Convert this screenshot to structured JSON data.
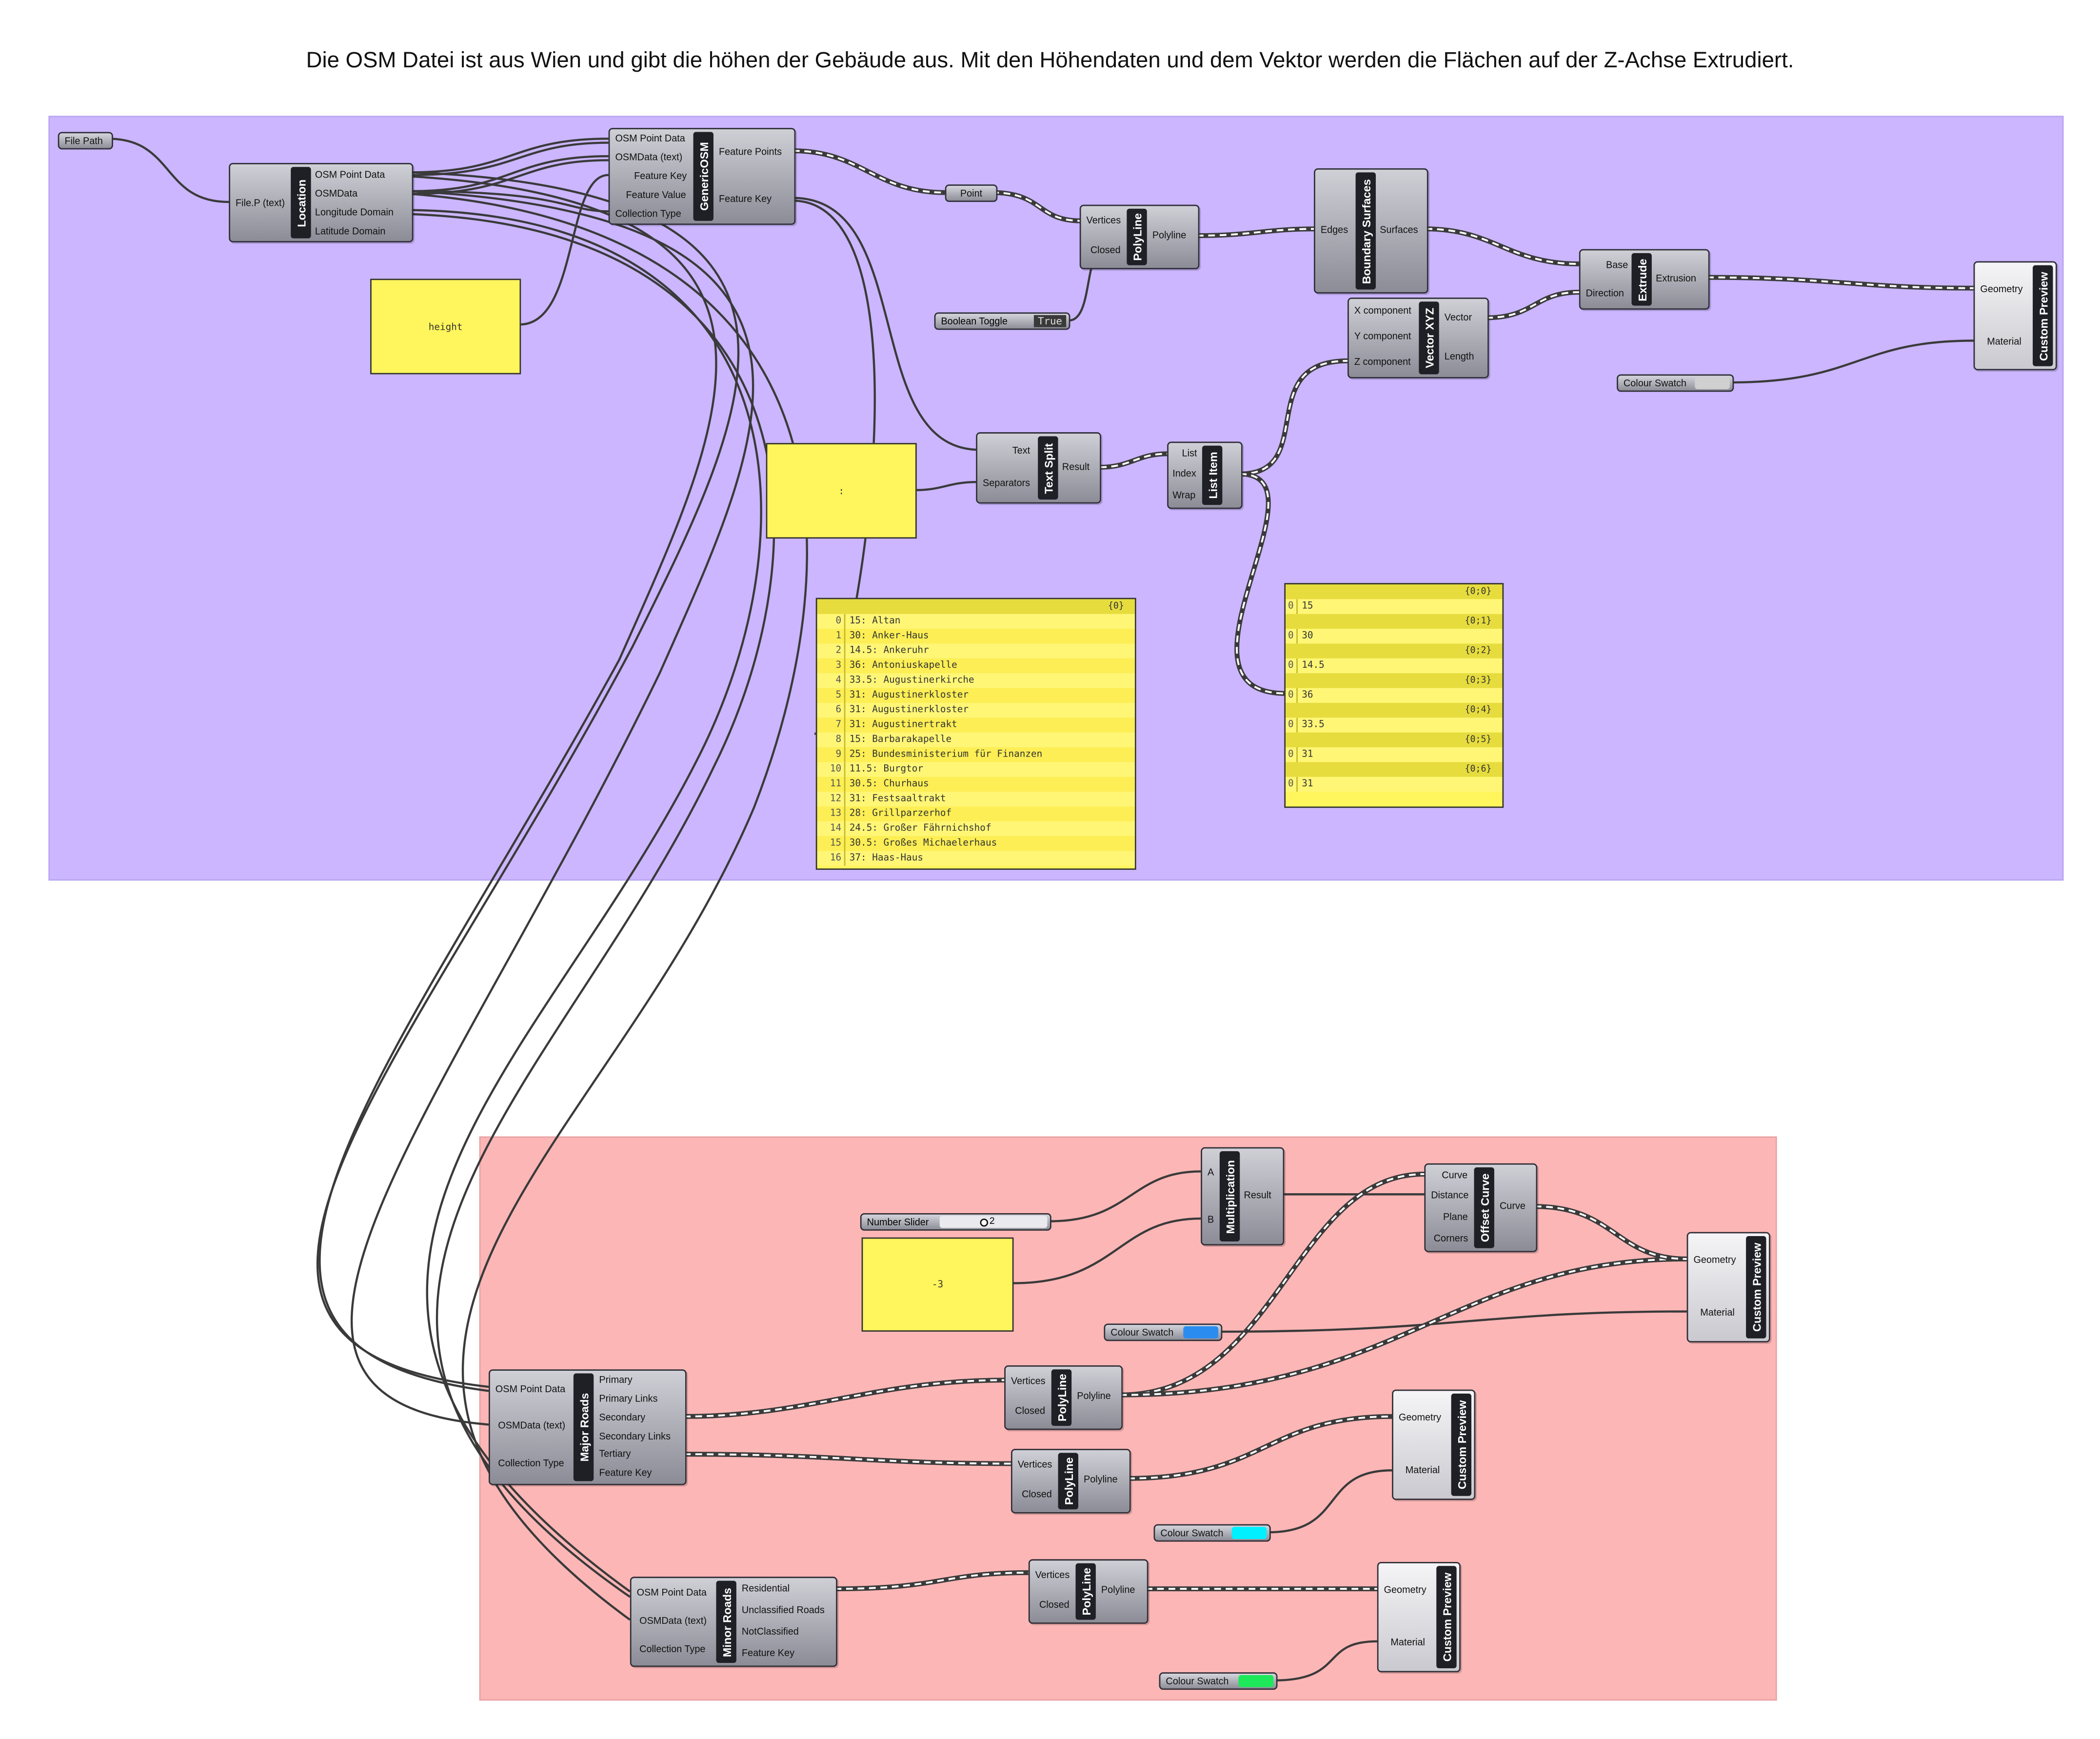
{
  "title": "Die OSM Datei ist aus Wien und gibt die höhen der Gebäude aus. Mit den Höhendaten und dem Vektor werden die Flächen auf der  Z-Achse Extrudiert.",
  "colors": {
    "group_buildings": "#cbb6ff",
    "group_roads": "#fdb6b6",
    "panel_yellow": "#fff55c",
    "swatch_grey": "#d0d0d0",
    "swatch_blue": "#2b8cf0",
    "swatch_cyan": "#00f0ff",
    "swatch_green": "#1de85a"
  },
  "nodes": {
    "file_path": "File Path",
    "location": {
      "name": "Location",
      "in0": "File.P (text)",
      "out0": "OSM Point Data",
      "out1": "OSMData",
      "out2": "Longitude Domain",
      "out3": "Latitude Domain"
    },
    "generic_osm": {
      "name": "GenericOSM",
      "in0": "OSM Point Data",
      "in1": "OSMData (text)",
      "in2": "Feature Key",
      "in3": "Feature Value",
      "in4": "Collection Type",
      "out0": "Feature Points",
      "out1": "Feature Key"
    },
    "height_panel": "height",
    "point": "Point",
    "polyline": {
      "name": "PolyLine",
      "in0": "Vertices",
      "in1": "Closed",
      "out0": "Polyline"
    },
    "boolean_toggle": {
      "label": "Boolean Toggle",
      "value": "True"
    },
    "boundary_surfaces": {
      "name": "Boundary Surfaces",
      "in0": "Edges",
      "out0": "Surfaces"
    },
    "extrude": {
      "name": "Extrude",
      "in0": "Base",
      "in1": "Direction",
      "out0": "Extrusion"
    },
    "vector_xyz": {
      "name": "Vector XYZ",
      "in0": "X component",
      "in1": "Y component",
      "in2": "Z component",
      "out0": "Vector",
      "out1": "Length"
    },
    "custom_preview": {
      "name": "Custom Preview",
      "in0": "Geometry",
      "in1": "Material"
    },
    "colour_swatch": "Colour Swatch",
    "separator_panel": ":",
    "text_split": {
      "name": "Text Split",
      "in0": "Text",
      "in1": "Separators",
      "out0": "Result"
    },
    "list_item": {
      "name": "List Item",
      "in0": "List",
      "in1": "Index",
      "in2": "Wrap"
    },
    "number_slider": {
      "label": "Number Slider",
      "value": "2"
    },
    "factor_panel": "-3",
    "multiplication": {
      "name": "Multiplication",
      "in0": "A",
      "in1": "B",
      "out0": "Result"
    },
    "offset_curve": {
      "name": "Offset Curve",
      "in0": "Curve",
      "in1": "Distance",
      "in2": "Plane",
      "in3": "Corners",
      "out0": "Curve"
    },
    "major_roads": {
      "name": "Major Roads",
      "in0": "OSM Point Data",
      "in1": "OSMData (text)",
      "in2": "Collection Type",
      "out0": "Primary",
      "out1": "Primary Links",
      "out2": "Secondary",
      "out3": "Secondary Links",
      "out4": "Tertiary",
      "out5": "Feature Key"
    },
    "minor_roads": {
      "name": "Minor Roads",
      "in0": "OSM Point Data",
      "in1": "OSMData (text)",
      "in2": "Collection Type",
      "out0": "Residential",
      "out1": "Unclassified Roads",
      "out2": "NotClassified",
      "out3": "Feature Key"
    }
  },
  "building_list": {
    "header": "{0}",
    "rows": [
      {
        "index": "0",
        "value": "15: Altan"
      },
      {
        "index": "1",
        "value": "30: Anker-Haus"
      },
      {
        "index": "2",
        "value": "14.5: Ankeruhr"
      },
      {
        "index": "3",
        "value": "36: Antoniuskapelle"
      },
      {
        "index": "4",
        "value": "33.5: Augustinerkirche"
      },
      {
        "index": "5",
        "value": "31: Augustinerkloster"
      },
      {
        "index": "6",
        "value": "31: Augustinerkloster"
      },
      {
        "index": "7",
        "value": "31: Augustinertrakt"
      },
      {
        "index": "8",
        "value": "15: Barbarakapelle"
      },
      {
        "index": "9",
        "value": "25: Bundesministerium für Finanzen"
      },
      {
        "index": "10",
        "value": "11.5: Burgtor"
      },
      {
        "index": "11",
        "value": "30.5: Churhaus"
      },
      {
        "index": "12",
        "value": "31: Festsaaltrakt"
      },
      {
        "index": "13",
        "value": "28: Grillparzerhof"
      },
      {
        "index": "14",
        "value": "24.5: Großer Fährnichshof"
      },
      {
        "index": "15",
        "value": "30.5: Großes Michaelerhaus"
      },
      {
        "index": "16",
        "value": "37: Haas-Haus"
      }
    ]
  },
  "height_values": [
    {
      "path": "{0;0}",
      "index": "0",
      "value": "15"
    },
    {
      "path": "{0;1}",
      "index": "0",
      "value": "30"
    },
    {
      "path": "{0;2}",
      "index": "0",
      "value": "14.5"
    },
    {
      "path": "{0;3}",
      "index": "0",
      "value": "36"
    },
    {
      "path": "{0;4}",
      "index": "0",
      "value": "33.5"
    },
    {
      "path": "{0;5}",
      "index": "0",
      "value": "31"
    },
    {
      "path": "{0;6}",
      "index": "0",
      "value": "31"
    }
  ]
}
